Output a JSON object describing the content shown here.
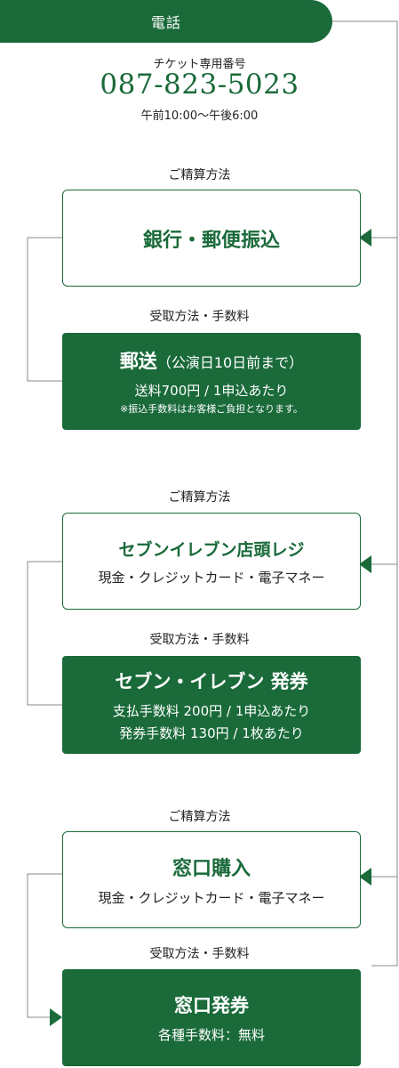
{
  "header": {
    "tab_label": "電話"
  },
  "phone": {
    "caption": "チケット専用番号",
    "number": "087-823-5023",
    "hours": "午前10:00〜午後6:00"
  },
  "sections": [
    {
      "payment_label": "ご精算方法",
      "payment_title": "銀行・郵便振込",
      "receipt_label": "受取方法・手数料",
      "receipt_title": "郵送",
      "receipt_title_note": "（公演日10日前まで）",
      "receipt_line1": "送料700円 / 1申込あたり",
      "receipt_note": "※振込手数料はお客様ご負担となります。"
    },
    {
      "payment_label": "ご精算方法",
      "payment_title": "セブンイレブン店頭レジ",
      "payment_sub": "現金・クレジットカード・電子マネー",
      "receipt_label": "受取方法・手数料",
      "receipt_title": "セブン・イレブン 発券",
      "receipt_line1": "支払手数料 200円 / 1申込あたり",
      "receipt_line2": "発券手数料 130円 / 1枚あたり"
    },
    {
      "payment_label": "ご精算方法",
      "payment_title": "窓口購入",
      "payment_sub": "現金・クレジットカード・電子マネー",
      "receipt_label": "受取方法・手数料",
      "receipt_title": "窓口発券",
      "receipt_line1": "各種手数料：無料"
    }
  ],
  "colors": {
    "brand_green": "#1a6a3a",
    "line_gray": "#8a8a8a"
  }
}
